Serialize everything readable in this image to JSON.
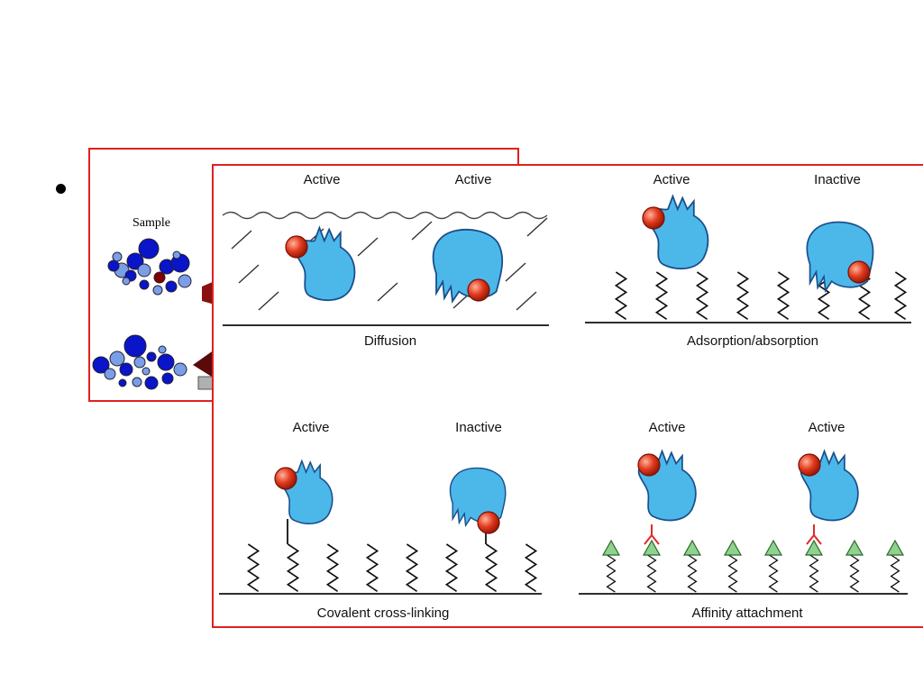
{
  "sample_panel": {
    "label": "Sample"
  },
  "panels": {
    "diffusion": {
      "left_state": "Active",
      "right_state": "Active",
      "caption": "Diffusion"
    },
    "adsorption": {
      "left_state": "Active",
      "right_state": "Inactive",
      "caption": "Adsorption/absorption"
    },
    "covalent": {
      "left_state": "Active",
      "right_state": "Inactive",
      "caption": "Covalent cross-linking"
    },
    "affinity": {
      "left_state": "Active",
      "right_state": "Active",
      "caption": "Affinity attachment"
    }
  },
  "colors": {
    "frame": "#e02020",
    "enzyme_fill": "#4cb8ea",
    "enzyme_stroke": "#1a4f8a",
    "ball": "#e23b1e",
    "ligand": "#8fd18f",
    "dark_blue": "#0a14c8",
    "light_blue": "#7a9ee8"
  }
}
